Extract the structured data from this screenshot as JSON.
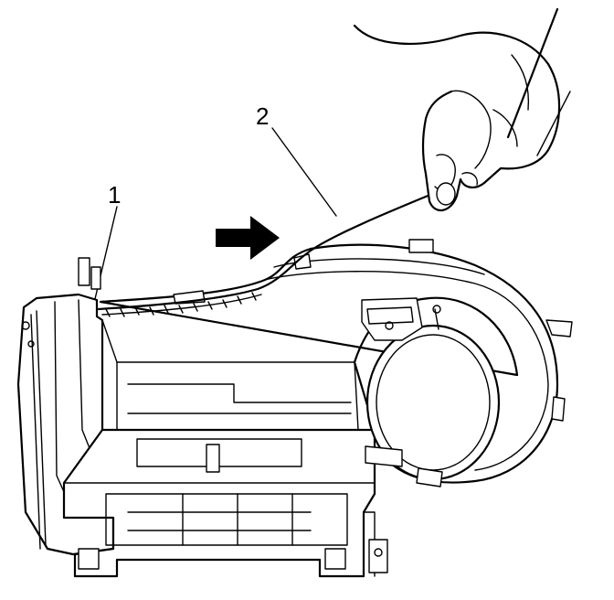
{
  "diagram": {
    "callouts": [
      {
        "id": "1",
        "label": "1"
      },
      {
        "id": "2",
        "label": "2"
      }
    ],
    "colors": {
      "ink": "#000000",
      "paper": "#ffffff"
    },
    "arrow_icon": "right-arrow-icon"
  }
}
